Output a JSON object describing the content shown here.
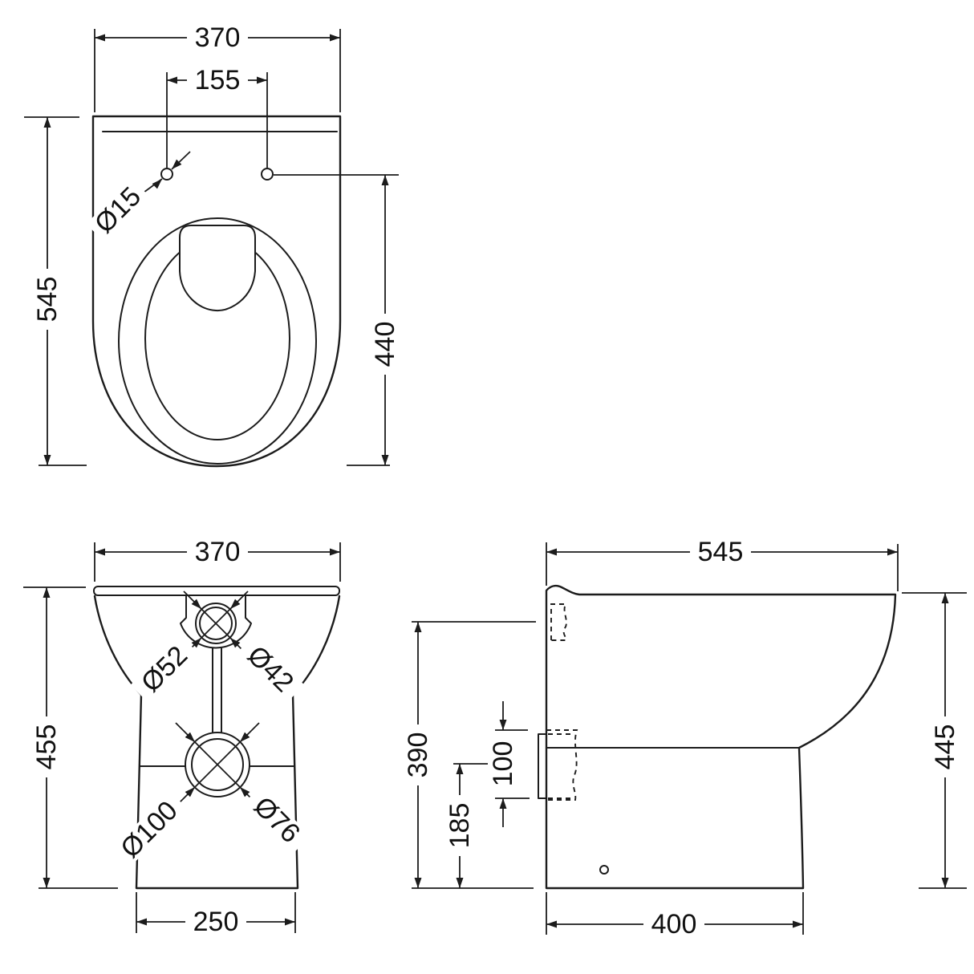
{
  "drawing": {
    "units": "mm",
    "line_color": "#1c1c1c",
    "background_color": "#ffffff",
    "views": {
      "plan": {
        "overall_width": "370",
        "fixing_hole_centres": "155",
        "overall_depth": "545",
        "hole_to_front": "440",
        "fixing_hole_dia": "Ø15"
      },
      "back": {
        "overall_width": "370",
        "overall_height": "455",
        "base_width": "250",
        "inlet_boss_dia": "Ø52",
        "inlet_dia": "Ø42",
        "outlet_boss_dia": "Ø100",
        "outlet_dia": "Ø76"
      },
      "side": {
        "overall_depth": "545",
        "overall_height": "445",
        "inlet_centre_height": "390",
        "outlet_centre_height": "185",
        "outlet_cutout_height": "100",
        "base_depth": "400"
      }
    }
  }
}
